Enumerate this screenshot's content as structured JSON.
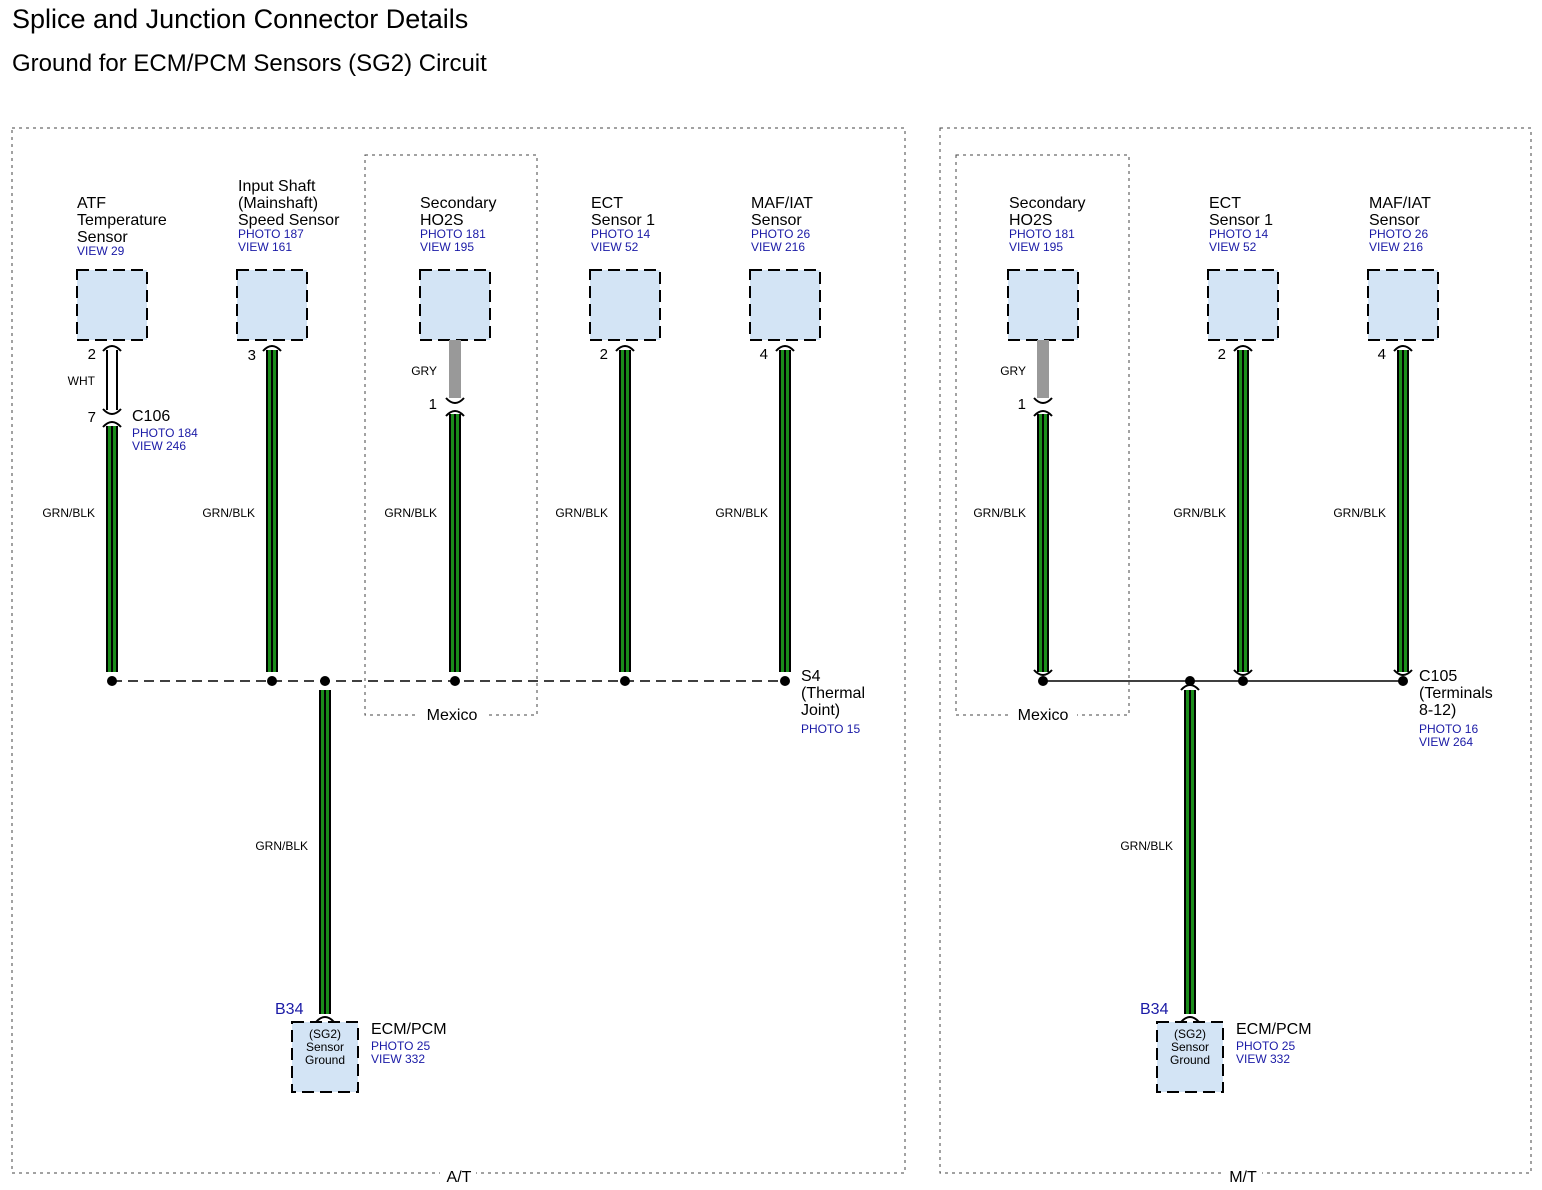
{
  "header": {
    "title": "Splice and Junction Connector Details",
    "subtitle": "Ground for ECM/PCM Sensors (SG2) Circuit"
  },
  "colors": {
    "wire_green": "#1a8c1a",
    "wire_black": "#000000",
    "wire_gray": "#999999",
    "component_fill": "#d3e4f5",
    "reference_text": "#1a1aa6"
  },
  "panels": {
    "at": {
      "label": "A/T",
      "region_label": "Mexico",
      "components": [
        {
          "name": [
            "ATF",
            "Temperature",
            "Sensor"
          ],
          "refs": [
            "VIEW 29"
          ]
        },
        {
          "name": [
            "Input Shaft",
            "(Mainshaft)",
            "Speed Sensor"
          ],
          "refs": [
            "PHOTO 187",
            "VIEW 161"
          ]
        },
        {
          "name": [
            "Secondary",
            "HO2S"
          ],
          "refs": [
            "PHOTO 181",
            "VIEW 195"
          ]
        },
        {
          "name": [
            "ECT",
            "Sensor 1"
          ],
          "refs": [
            "PHOTO 14",
            "VIEW 52"
          ]
        },
        {
          "name": [
            "MAF/IAT",
            "Sensor"
          ],
          "refs": [
            "PHOTO 26",
            "VIEW 216"
          ]
        }
      ],
      "pins": [
        "2",
        "3",
        "1",
        "2",
        "4"
      ],
      "connector_pin": "7",
      "connector": {
        "name": "C106",
        "refs": [
          "PHOTO 184",
          "VIEW 246"
        ]
      },
      "wire_labels": {
        "wht": "WHT",
        "gry": "GRY",
        "grn_blk": "GRN/BLK"
      },
      "splice": {
        "name": [
          "S4",
          "(Thermal",
          "Joint)"
        ],
        "refs": [
          "PHOTO 15"
        ]
      },
      "ecm": {
        "connector": "B34",
        "box": [
          "(SG2)",
          "Sensor",
          "Ground"
        ],
        "name": "ECM/PCM",
        "refs": [
          "PHOTO 25",
          "VIEW 332"
        ]
      }
    },
    "mt": {
      "label": "M/T",
      "region_label": "Mexico",
      "components": [
        {
          "name": [
            "Secondary",
            "HO2S"
          ],
          "refs": [
            "PHOTO 181",
            "VIEW 195"
          ]
        },
        {
          "name": [
            "ECT",
            "Sensor 1"
          ],
          "refs": [
            "PHOTO 14",
            "VIEW 52"
          ]
        },
        {
          "name": [
            "MAF/IAT",
            "Sensor"
          ],
          "refs": [
            "PHOTO 26",
            "VIEW 216"
          ]
        }
      ],
      "pins": [
        "1",
        "2",
        "4"
      ],
      "wire_labels": {
        "gry": "GRY",
        "grn_blk": "GRN/BLK"
      },
      "junction": {
        "name": [
          "C105",
          "(Terminals",
          "8-12)"
        ],
        "refs": [
          "PHOTO 16",
          "VIEW 264"
        ]
      },
      "ecm": {
        "connector": "B34",
        "box": [
          "(SG2)",
          "Sensor",
          "Ground"
        ],
        "name": "ECM/PCM",
        "refs": [
          "PHOTO 25",
          "VIEW 332"
        ]
      }
    }
  }
}
